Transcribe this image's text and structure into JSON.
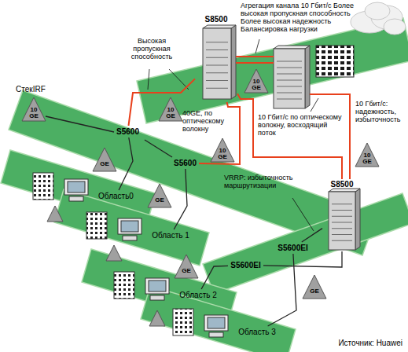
{
  "diagram": {
    "nodes": [
      {
        "text": [
          "S8500"
        ]
      },
      {
        "text": [
          "S5600"
        ]
      },
      {
        "text": [
          "S5600"
        ]
      },
      {
        "text": [
          "S8500"
        ]
      },
      {
        "text": [
          "S5600EI"
        ]
      },
      {
        "text": [
          "S5600EI"
        ]
      },
      {
        "text": [
          "Область0"
        ]
      },
      {
        "text": [
          "Область 1"
        ]
      },
      {
        "text": [
          "Область 2"
        ]
      },
      {
        "text": [
          "Область 3"
        ]
      }
    ],
    "edges": [
      {
        "from": 1,
        "to": 0,
        "arrow": "none"
      },
      {
        "from": 2,
        "to": 0,
        "arrow": "none"
      },
      {
        "from": 3,
        "to": 0,
        "arrow": "none"
      },
      {
        "from": 3,
        "to": 5,
        "arrow": "none"
      },
      {
        "from": 3,
        "to": 4,
        "arrow": "none"
      },
      {
        "from": 1,
        "to": 6,
        "arrow": "none"
      },
      {
        "from": 2,
        "to": 7,
        "arrow": "none"
      },
      {
        "from": 4,
        "to": 8,
        "arrow": "none"
      },
      {
        "from": 5,
        "to": 9,
        "arrow": "none"
      }
    ],
    "labels": [
      "Агрегация канала 10 Гбит/с Более высокая пропускная способность Более высокая надежность Балансировка нагрузки",
      "Высокая пропускная способность",
      "СтекIRF",
      "10 GE",
      "10 GE",
      "10 GE",
      "40GE, по оптическому волокну",
      "10 Гбит/с по оптическому волокну, восходящий поток",
      "10 Гбит/с: надежность, избыточность",
      "10 GE",
      "10 GE",
      "VRRP: избыточность маршрутизации",
      "GE",
      "GE",
      "GE",
      "GE",
      "Источник: Huawei"
    ]
  }
}
